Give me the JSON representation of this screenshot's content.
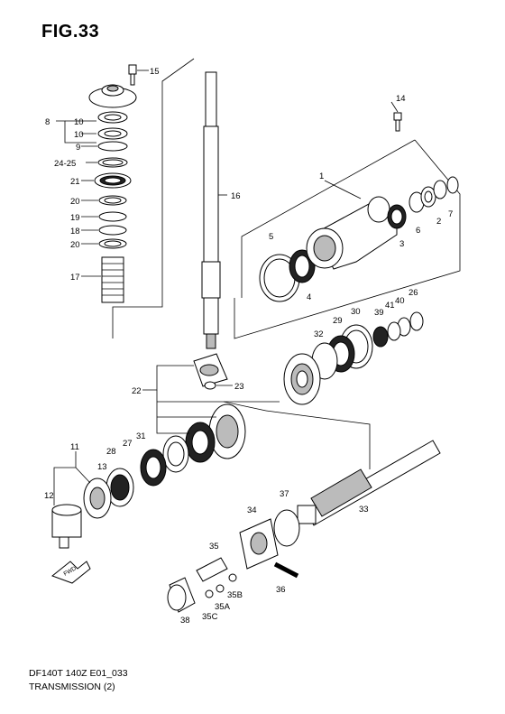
{
  "figure": {
    "title": "FIG.33",
    "model_code": "DF140T 140Z E01_033",
    "section_title": "TRANSMISSION (2)",
    "fwd_label": "FWD"
  },
  "callouts": {
    "c1": "1",
    "c2": "2",
    "c3": "3",
    "c4": "4",
    "c5": "5",
    "c6": "6",
    "c7": "7",
    "c8": "8",
    "c9": "9",
    "c10a": "10",
    "c10b": "10",
    "c11": "11",
    "c12": "12",
    "c13": "13",
    "c14": "14",
    "c15": "15",
    "c16": "16",
    "c17": "17",
    "c18": "18",
    "c19": "19",
    "c20a": "20",
    "c20b": "20",
    "c21": "21",
    "c22": "22",
    "c23": "23",
    "c2425": "24-25",
    "c26": "26",
    "c27": "27",
    "c28": "28",
    "c29": "29",
    "c30": "30",
    "c31": "31",
    "c32": "32",
    "c33": "33",
    "c34": "34",
    "c35": "35",
    "c35a": "35A",
    "c35b": "35B",
    "c35c": "35C",
    "c36": "36",
    "c37": "37",
    "c38": "38",
    "c39": "39",
    "c40": "40",
    "c41": "41"
  }
}
